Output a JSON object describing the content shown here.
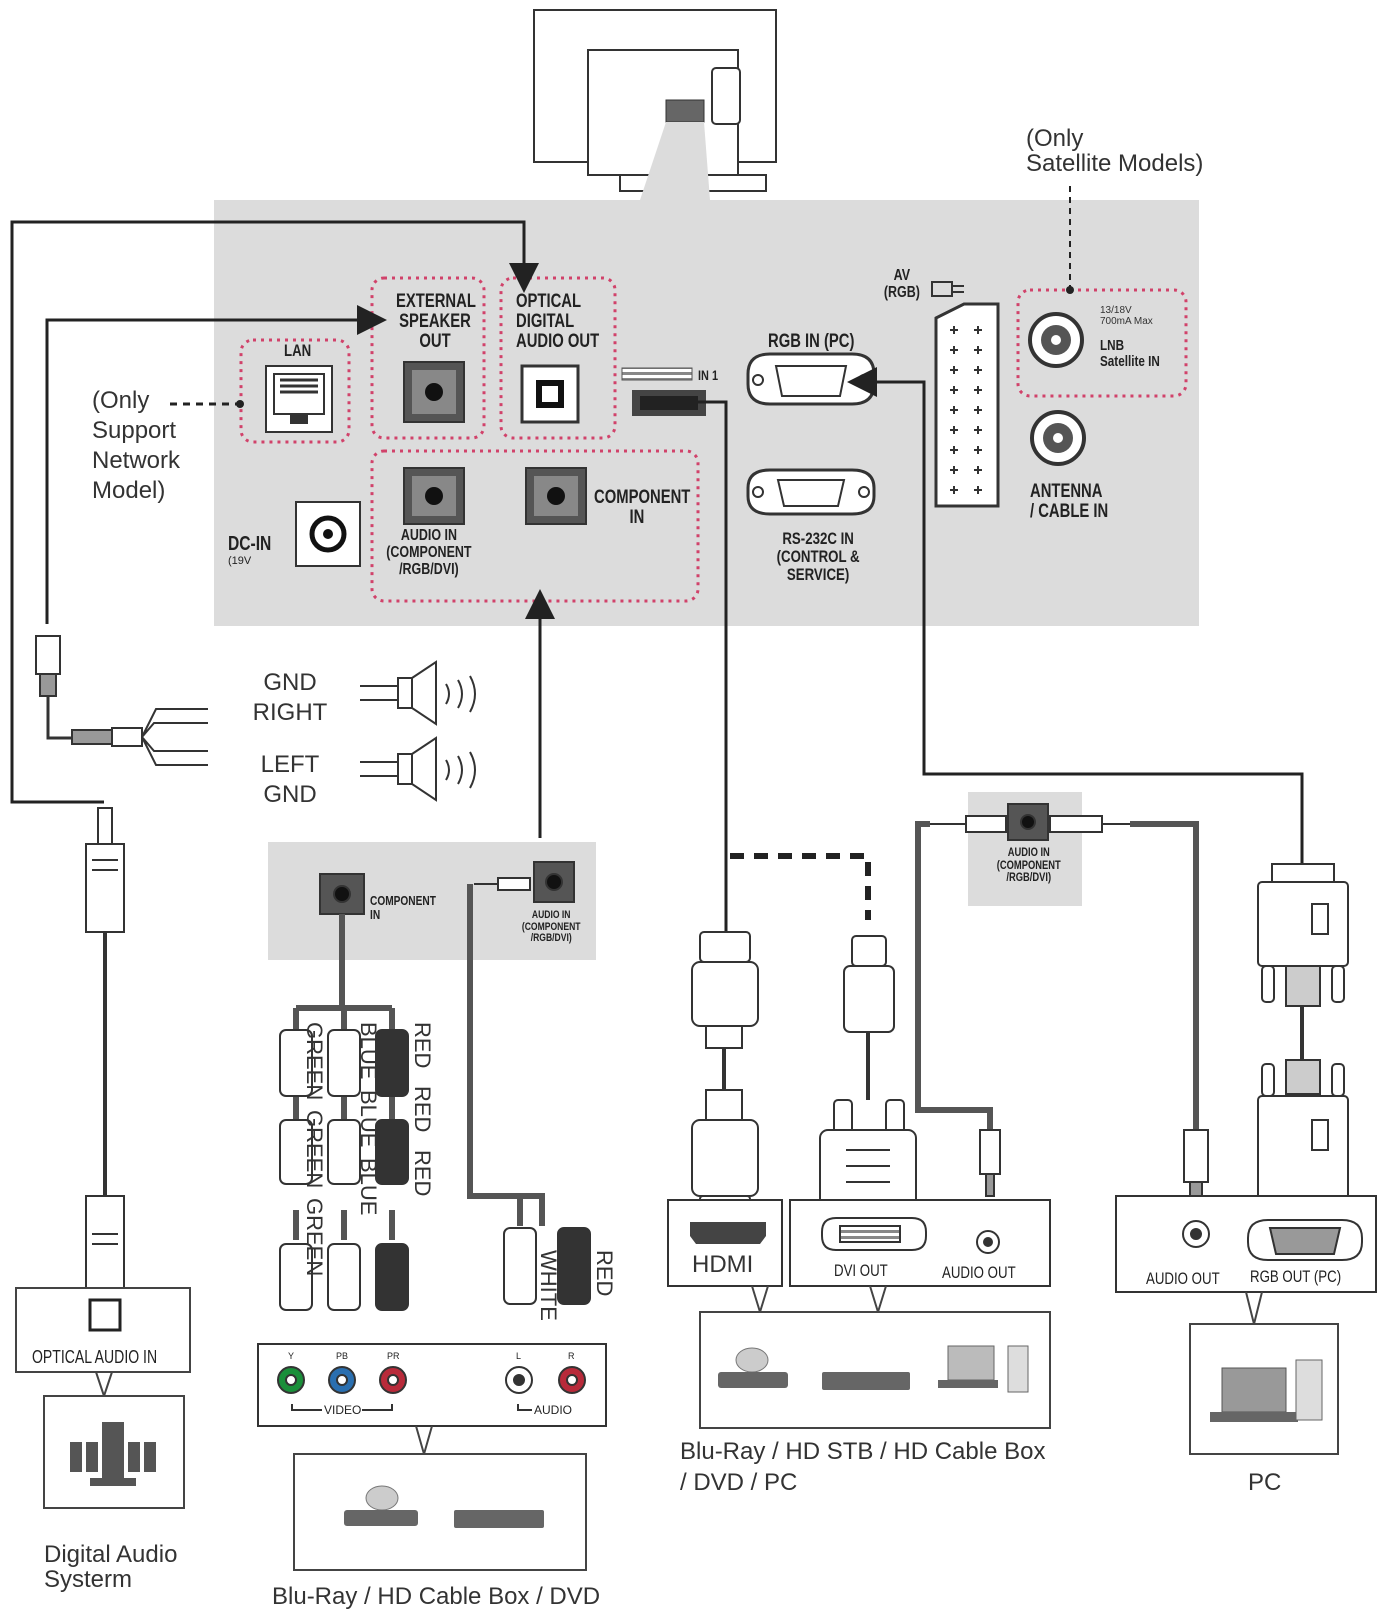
{
  "note_satellite": "(Only\nSatellite Models)",
  "note_network": "(Only\nSupport\nNetwork\nModel)",
  "ports": {
    "lan": "LAN",
    "ext_speaker": "EXTERNAL\nSPEAKER\nOUT",
    "optical_out": "OPTICAL\nDIGITAL\nAUDIO OUT",
    "hdmi_in": "IN 1",
    "rgb_in": "RGB IN (PC)",
    "av_rgb": "AV\n(RGB)",
    "lnb_spec": "13/18V\n700mA Max",
    "lnb": "LNB\nSatellite IN",
    "antenna": "ANTENNA\n/ CABLE IN",
    "dc_in": "DC-IN",
    "dc_in_spec": "(19V",
    "audio_in": "AUDIO IN\n(COMPONENT\n/RGB/DVI)",
    "component_in": "COMPONENT\nIN",
    "rs232": "RS-232C IN\n(CONTROL & SERVICE)"
  },
  "speaker": {
    "gnd1": "GND",
    "right": "RIGHT",
    "left": "LEFT",
    "gnd2": "GND"
  },
  "component_box": {
    "component_in": "COMPONENT\nIN",
    "audio_in": "AUDIO IN\n(COMPONENT\n/RGB/DVI)"
  },
  "component_cables": {
    "red": "RED",
    "blue": "BLUE",
    "green": "GREEN",
    "white": "WHITE"
  },
  "component_source": {
    "y": "Y",
    "pb": "PB",
    "pr": "PR",
    "l": "L",
    "r": "R",
    "video": "VIDEO",
    "audio": "AUDIO"
  },
  "optical_in": "OPTICAL AUDIO IN",
  "digital_audio_caption": "Digital Audio\nSysterm",
  "bluray_caption_1": "Blu-Ray / HD Cable Box / DVD",
  "hdmi_label": "HDMI",
  "dvi_out": "DVI OUT",
  "audio_out_1": "AUDIO OUT",
  "dvi_audio_box": "AUDIO IN\n(COMPONENT\n/RGB/DVI)",
  "bluray_caption_2": "Blu-Ray / HD STB / HD Cable Box\n/ DVD / PC",
  "audio_out_2": "AUDIO OUT",
  "rgb_out": "RGB OUT (PC)",
  "pc_caption": "PC",
  "colors": {
    "panel": "#dcdcdc",
    "dash": "#d1426a",
    "wire": "#222222",
    "gray_wire": "#555555"
  }
}
